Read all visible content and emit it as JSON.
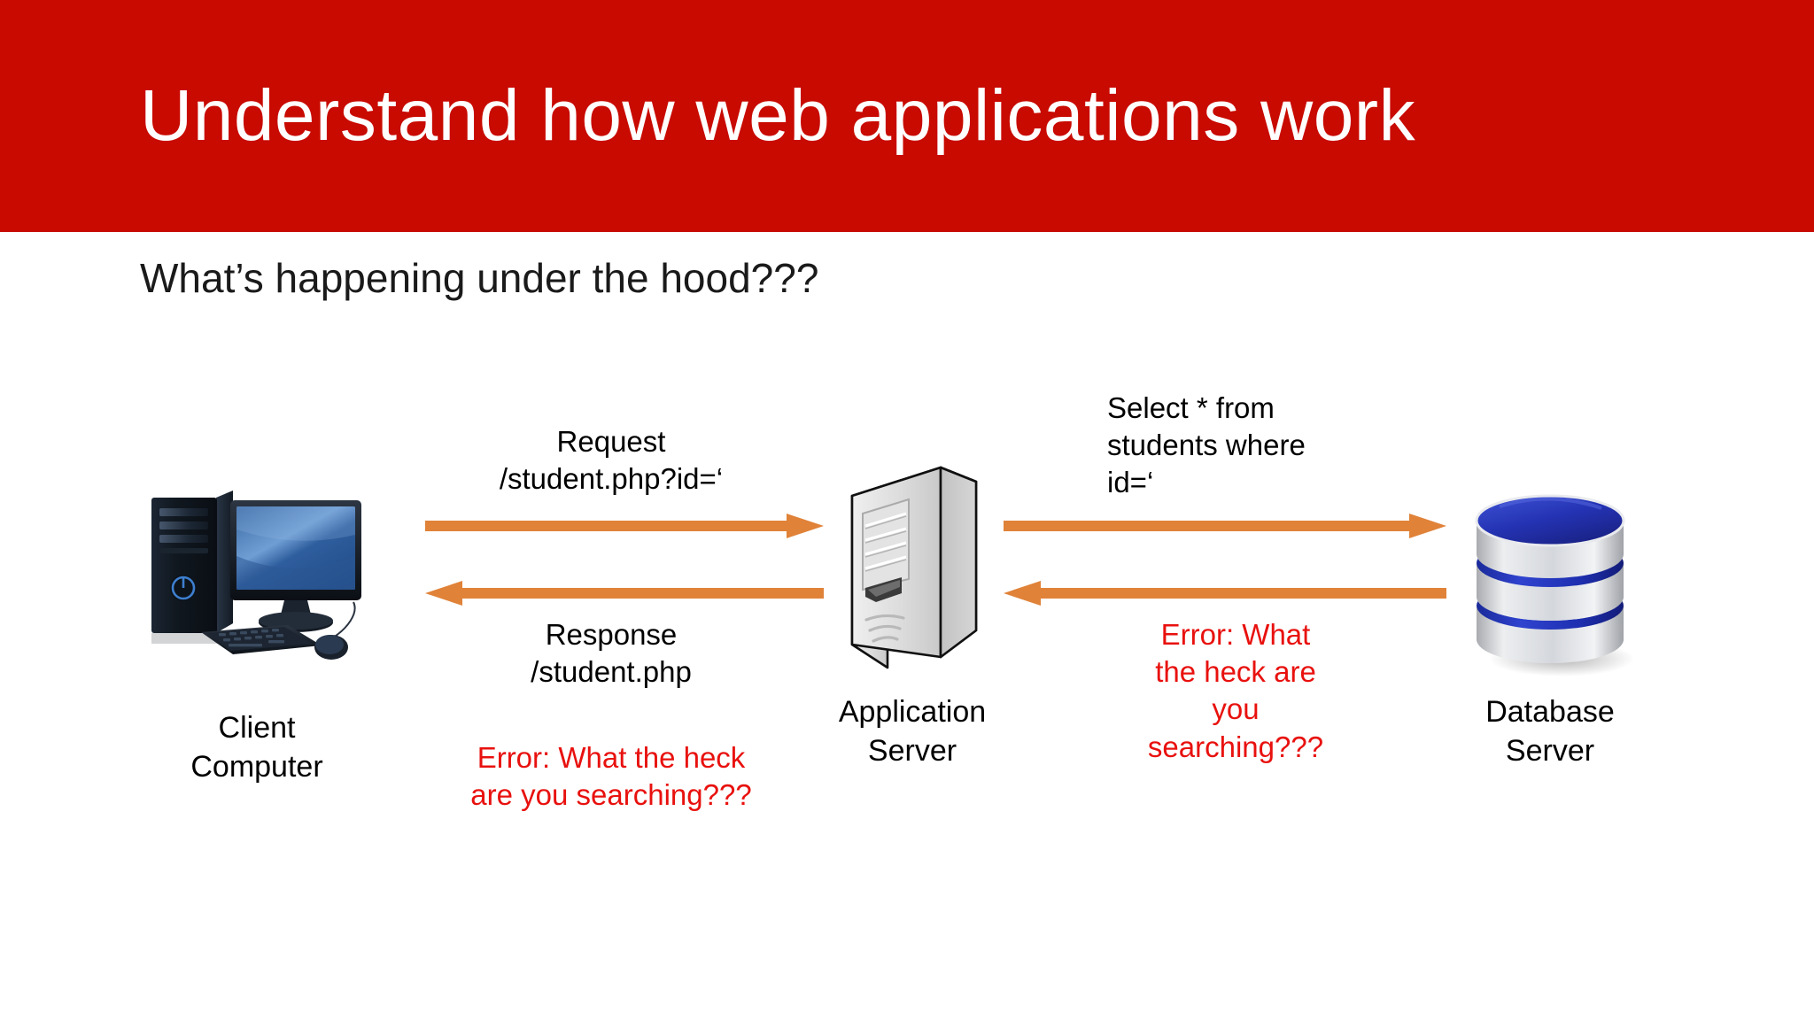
{
  "slide": {
    "title": "Understand how web applications work",
    "subtitle": "What’s happening under the hood???",
    "banner_color": "#C80A00",
    "background_color": "#FFFFFF",
    "title_color": "#FFFFFF",
    "body_text_color": "#000000",
    "error_text_color": "#E8110E",
    "arrow_color": "#E08238"
  },
  "diagram": {
    "nodes": [
      {
        "id": "client",
        "label": "Client\nComputer",
        "icon": "desktop-computer-icon"
      },
      {
        "id": "app",
        "label": "Application\nServer",
        "icon": "server-tower-icon"
      },
      {
        "id": "db",
        "label": "Database\nServer",
        "icon": "database-cylinder-icon"
      }
    ],
    "flows": [
      {
        "id": "request",
        "from": "client",
        "to": "app",
        "direction": "right",
        "label": "Request\n/student.php?id=‘",
        "label_align": "center",
        "label_color": "#000000"
      },
      {
        "id": "response",
        "from": "app",
        "to": "client",
        "direction": "left",
        "label": "Response\n/student.php",
        "label_align": "center",
        "label_color": "#000000",
        "error_label": "Error: What the heck\nare you searching???",
        "error_color": "#E8110E"
      },
      {
        "id": "query",
        "from": "app",
        "to": "db",
        "direction": "right",
        "label": "Select * from\nstudents where\nid=‘",
        "label_align": "left",
        "label_color": "#000000"
      },
      {
        "id": "db-error",
        "from": "db",
        "to": "app",
        "direction": "left",
        "label": "Error: What\nthe heck are\nyou\nsearching???",
        "label_align": "center",
        "label_color": "#E8110E"
      }
    ]
  }
}
